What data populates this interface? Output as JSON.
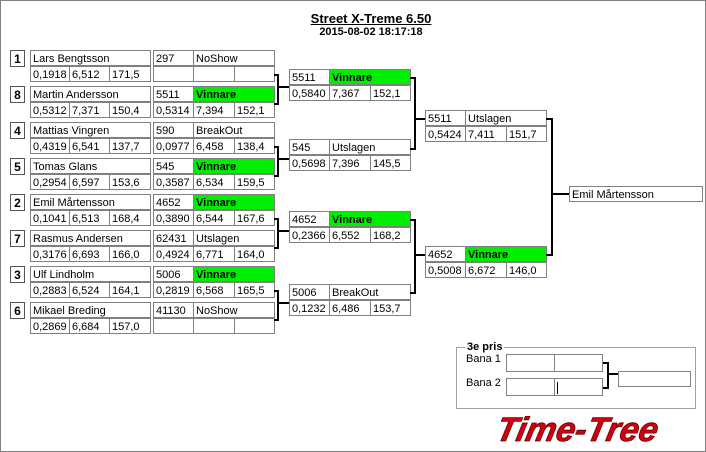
{
  "title": "Street X-Treme 6.50",
  "datetime": "2015-08-02 18:17:18",
  "players": [
    {
      "seed": "1",
      "name": "Lars Bengtsson",
      "rt": "0,1918",
      "et": "6,512",
      "speed": "171,5"
    },
    {
      "seed": "8",
      "name": "Martin Andersson",
      "rt": "0,5312",
      "et": "7,371",
      "speed": "150,4"
    },
    {
      "seed": "4",
      "name": "Mattias Vingren",
      "rt": "0,4319",
      "et": "6,541",
      "speed": "137,7"
    },
    {
      "seed": "5",
      "name": "Tomas Glans",
      "rt": "0,2954",
      "et": "6,597",
      "speed": "153,6"
    },
    {
      "seed": "2",
      "name": "Emil Mårtensson",
      "rt": "0,1041",
      "et": "6,513",
      "speed": "168,4"
    },
    {
      "seed": "7",
      "name": "Rasmus Andersen",
      "rt": "0,3176",
      "et": "6,693",
      "speed": "166,0"
    },
    {
      "seed": "3",
      "name": "Ulf Lindholm",
      "rt": "0,2883",
      "et": "6,524",
      "speed": "164,1"
    },
    {
      "seed": "6",
      "name": "Mikael Breding",
      "rt": "0,2869",
      "et": "6,684",
      "speed": "157,0"
    }
  ],
  "round1": [
    {
      "nr": "297",
      "status": "NoShow",
      "rt": "",
      "et": "",
      "speed": ""
    },
    {
      "nr": "5511",
      "status": "Vinnare",
      "rt": "0,5314",
      "et": "7,394",
      "speed": "152,1"
    },
    {
      "nr": "590",
      "status": "BreakOut",
      "rt": "0,0977",
      "et": "6,458",
      "speed": "138,4"
    },
    {
      "nr": "545",
      "status": "Vinnare",
      "rt": "0,3587",
      "et": "6,534",
      "speed": "159,5"
    },
    {
      "nr": "4652",
      "status": "Vinnare",
      "rt": "0,3890",
      "et": "6,544",
      "speed": "167,6"
    },
    {
      "nr": "62431",
      "status": "Utslagen",
      "rt": "0,4924",
      "et": "6,771",
      "speed": "164,0"
    },
    {
      "nr": "5006",
      "status": "Vinnare",
      "rt": "0,2819",
      "et": "6,568",
      "speed": "165,5"
    },
    {
      "nr": "41130",
      "status": "NoShow",
      "rt": "",
      "et": "",
      "speed": ""
    }
  ],
  "round2": [
    {
      "nr": "5511",
      "status": "Vinnare",
      "rt": "0,5840",
      "et": "7,367",
      "speed": "152,1"
    },
    {
      "nr": "545",
      "status": "Utslagen",
      "rt": "0,5698",
      "et": "7,396",
      "speed": "145,5"
    },
    {
      "nr": "4652",
      "status": "Vinnare",
      "rt": "0,2366",
      "et": "6,552",
      "speed": "168,2"
    },
    {
      "nr": "5006",
      "status": "BreakOut",
      "rt": "0,1232",
      "et": "6,486",
      "speed": "153,7"
    }
  ],
  "round3": [
    {
      "nr": "5511",
      "status": "Utslagen",
      "rt": "0,5424",
      "et": "7,411",
      "speed": "151,7"
    },
    {
      "nr": "4652",
      "status": "Vinnare",
      "rt": "0,5008",
      "et": "6,672",
      "speed": "146,0"
    }
  ],
  "final": {
    "winner": "Emil Mårtensson"
  },
  "third_place": {
    "legend": "3e pris",
    "lane1": "Bana 1",
    "lane2": "Bana 2"
  },
  "logo": "Time-Tree",
  "colors": {
    "winner": "#00ee00",
    "logo": "#d00010"
  }
}
